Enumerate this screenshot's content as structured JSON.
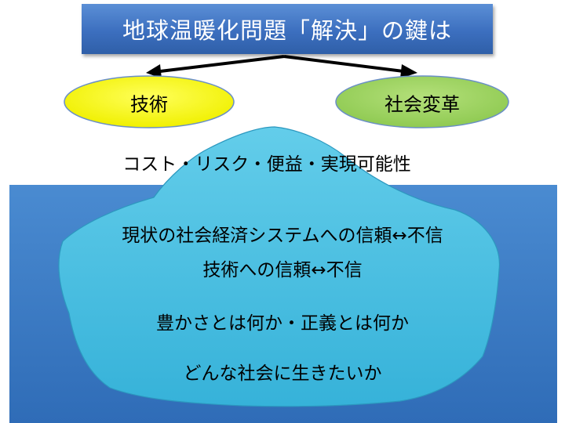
{
  "title": "地球温暖化問題「解決」の鍵は",
  "nodes": {
    "technology": "技術",
    "social_change": "社会変革"
  },
  "surface_text": "コスト・リスク・便益・実現可能性",
  "iceberg_lines": [
    "現状の社会経済システムへの信頼↔不信",
    "技術への信頼↔不信",
    "豊かさとは何か・正義とは何か",
    "どんな社会に生きたいか"
  ],
  "colors": {
    "title_box": "#3c6fbf",
    "technology_fill": "#ffff00",
    "social_change_fill": "#99d05a",
    "water": "#3f7fc6",
    "iceberg": "#4cc0e2"
  }
}
